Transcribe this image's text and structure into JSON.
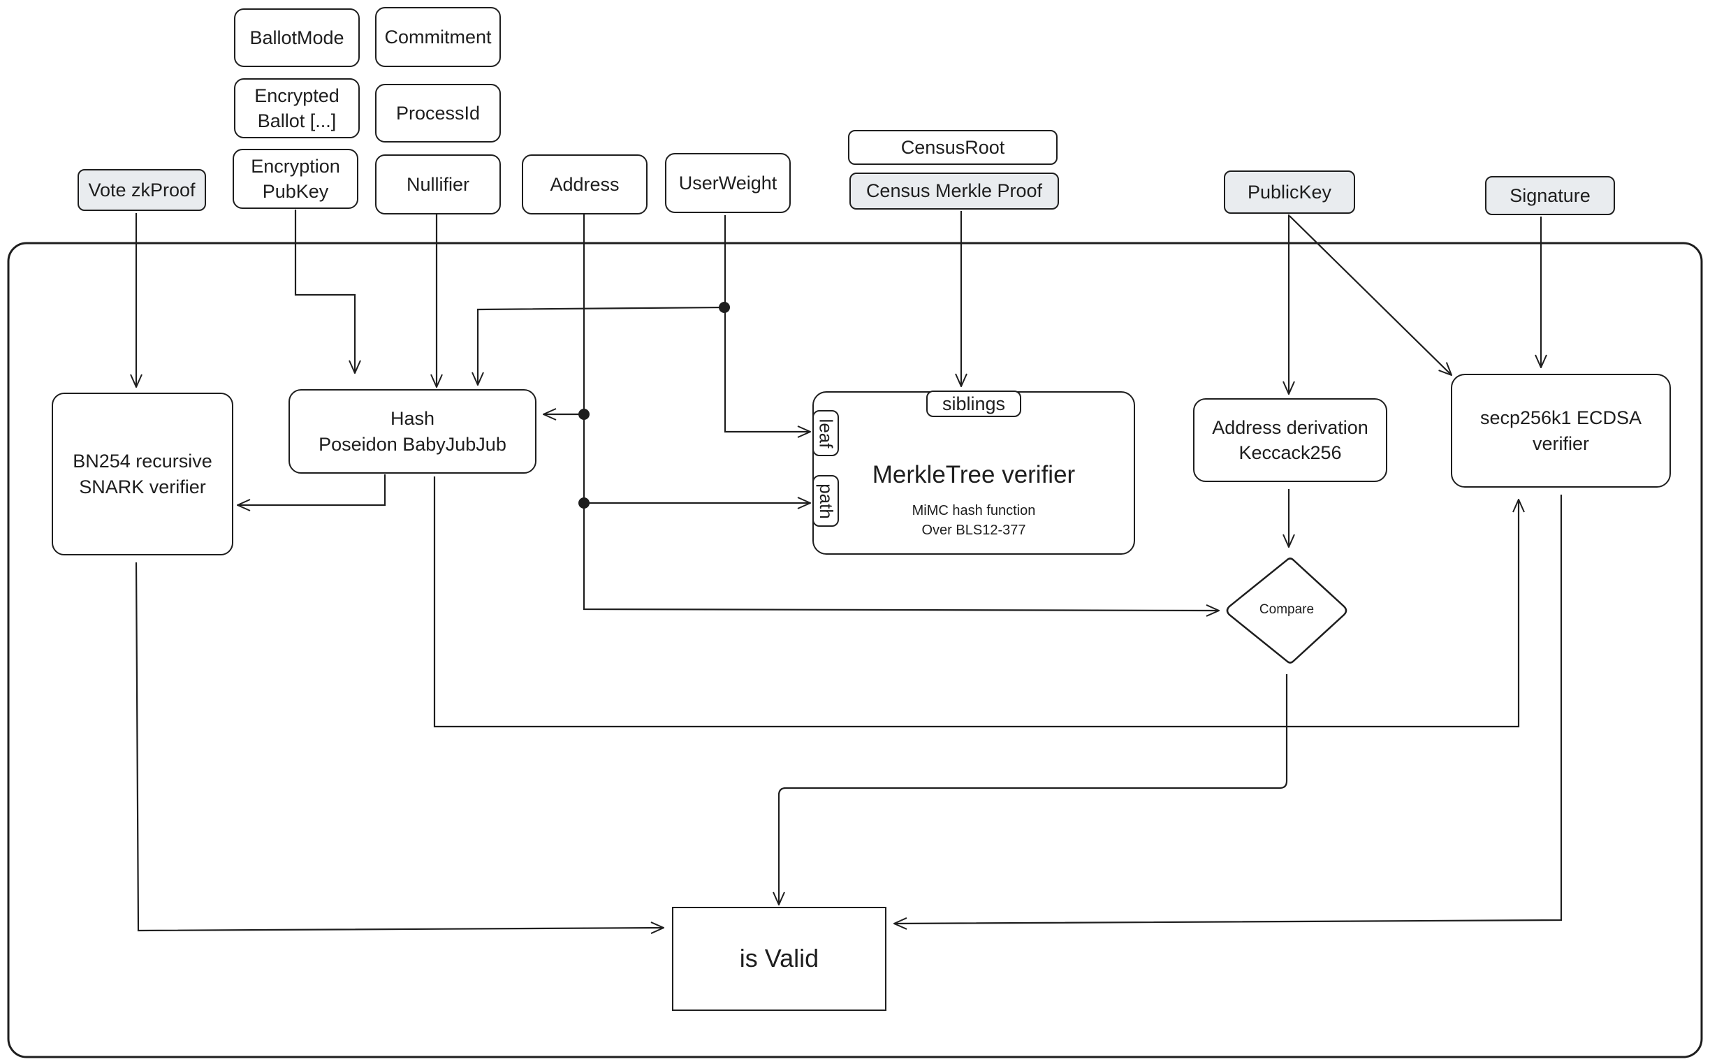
{
  "inputs": {
    "ballot_mode": "BallotMode",
    "commitment": "Commitment",
    "encrypted_ballot": "Encrypted\nBallot [...]",
    "process_id": "ProcessId",
    "encryption_pubkey": "Encryption\nPubKey",
    "nullifier": "Nullifier",
    "address": "Address",
    "user_weight": "UserWeight",
    "census_root": "CensusRoot",
    "census_merkle_proof": "Census Merkle Proof",
    "vote_zkproof": "Vote zkProof",
    "public_key": "PublicKey",
    "signature": "Signature"
  },
  "components": {
    "snark_verifier": "BN254 recursive\nSNARK verifier",
    "hash": "Hash\nPoseidon BabyJubJub",
    "merkle_title": "MerkleTree verifier",
    "merkle_subtitle": "MiMC hash function\nOver BLS12-377",
    "merkle_siblings": "siblings",
    "merkle_leaf": "leaf",
    "merkle_path": "path",
    "address_derivation": "Address derivation\nKeccack256",
    "compare": "Compare",
    "ecdsa_verifier": "secp256k1 ECDSA\nverifier",
    "result": "is Valid"
  },
  "colors": {
    "stroke": "#1e1e1e",
    "input_fill": "#e9ecef",
    "background": "#ffffff"
  }
}
